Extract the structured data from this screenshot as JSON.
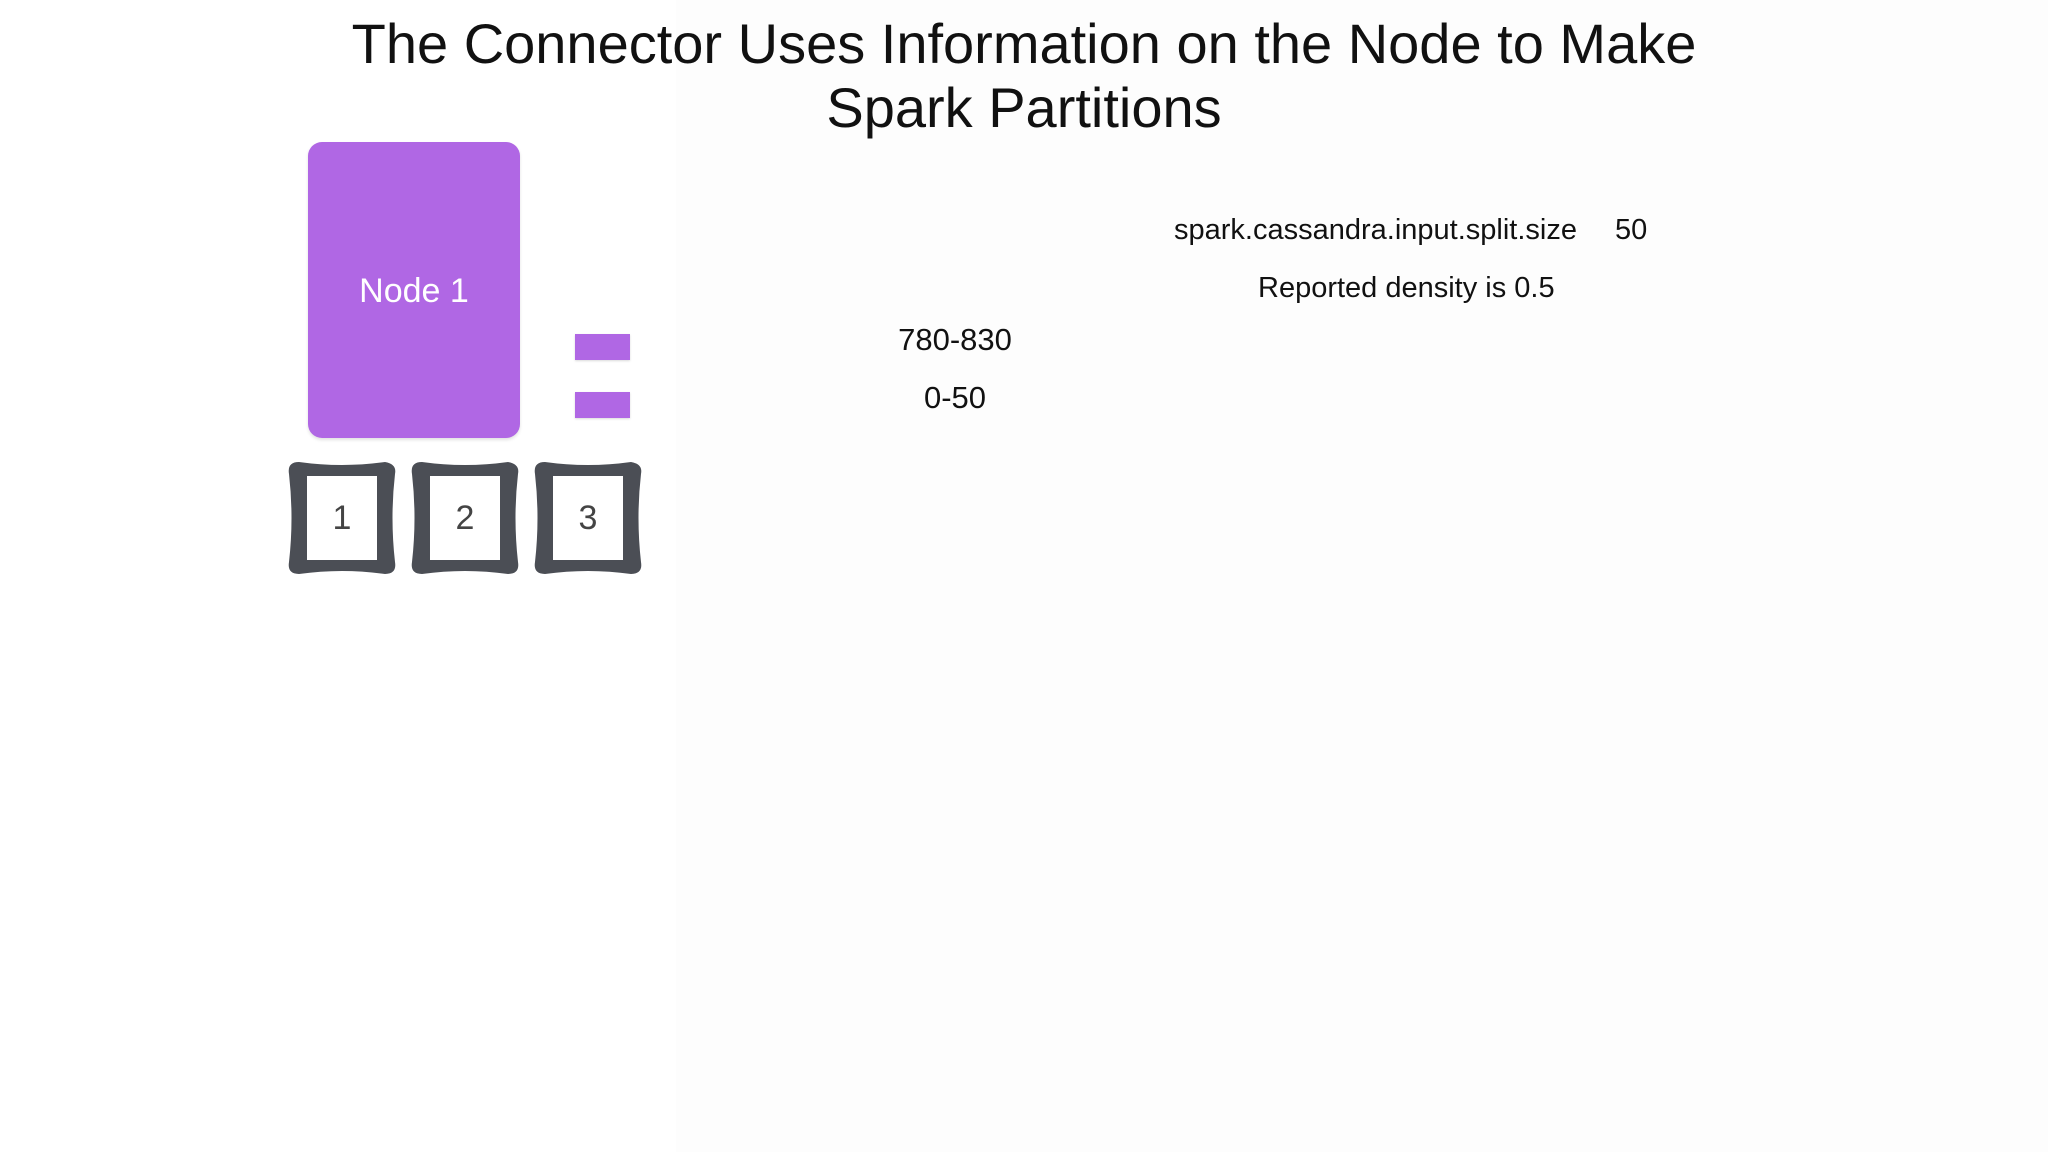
{
  "title": {
    "line1": "The Connector Uses Information on the Node to Make",
    "line2": "Spark Partitions"
  },
  "node": {
    "label": "Node 1",
    "color": "#b067e4"
  },
  "token_ranges": [
    {
      "label": "780-830"
    },
    {
      "label": "0-50"
    }
  ],
  "partition_slots": [
    {
      "label": "1"
    },
    {
      "label": "2"
    },
    {
      "label": "3"
    }
  ],
  "config": {
    "key": "spark.cassandra.input.split.size",
    "value": "50",
    "density_note": "Reported density is 0.5"
  },
  "colors": {
    "accent": "#b067e4",
    "slot_frame": "#4b4e55"
  }
}
